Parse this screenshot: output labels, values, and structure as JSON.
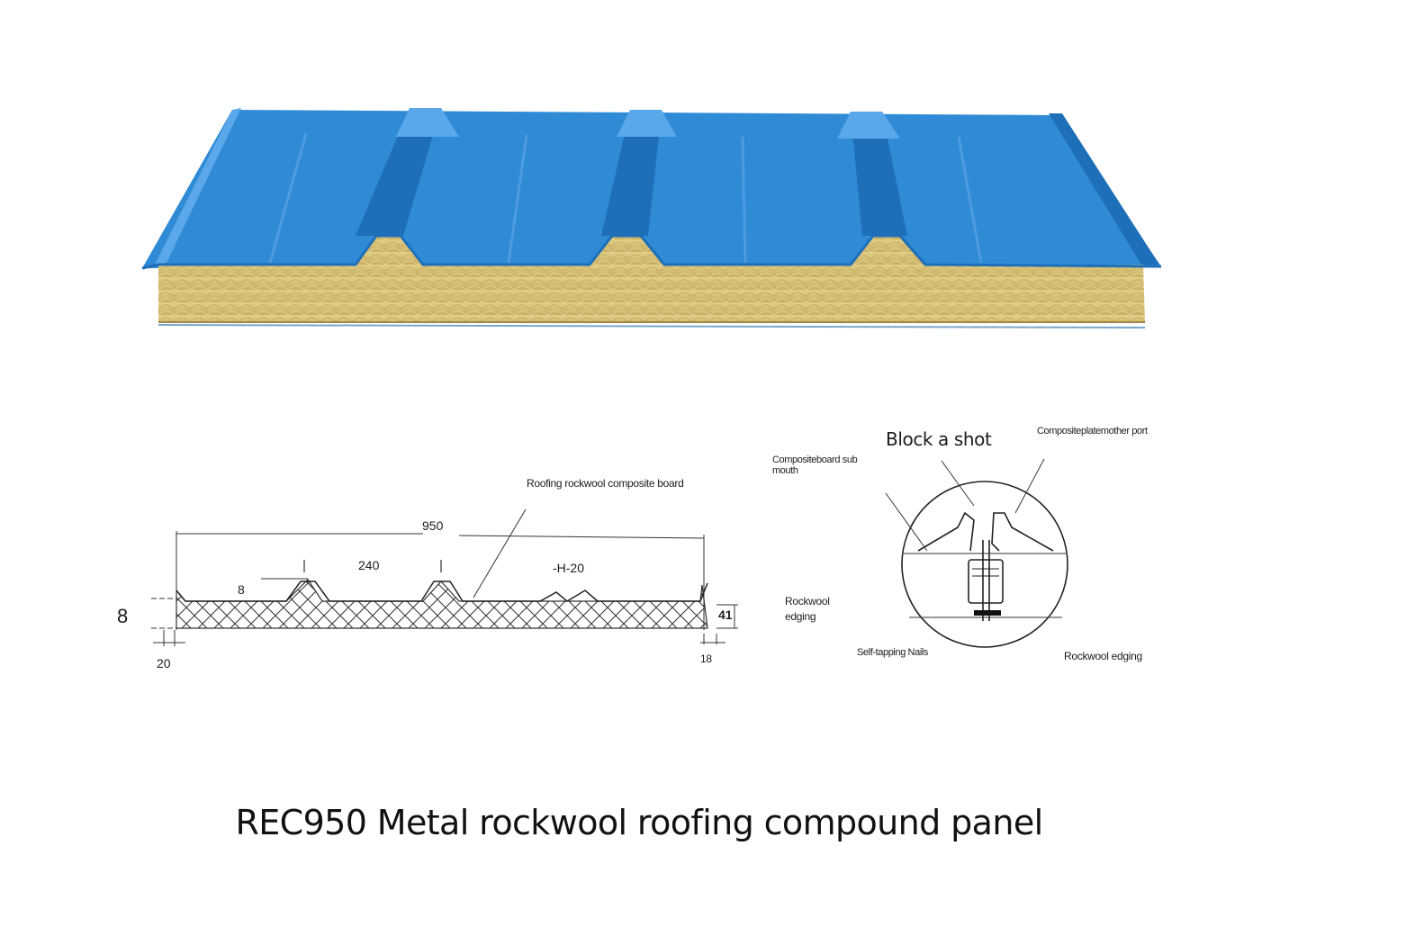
{
  "photo": {
    "colors": {
      "steel": "#2f8bd6",
      "steel_dark": "#1f6fb8",
      "steel_light": "#5aa7ea",
      "wool": "#d8c27a",
      "wool_dark": "#b89e55"
    }
  },
  "profile_drawing": {
    "leader_label": "Roofing rockwool composite board",
    "dims": {
      "width_total": "950",
      "rib_pitch": "240",
      "rib_height": "-H-20",
      "small_8": "8",
      "left_8": "8",
      "left_20": "20",
      "right_41": "41",
      "right_18": "18"
    }
  },
  "joint_detail": {
    "callout_title": "Block a shot",
    "sub_mouth": "Compositeboard sub mouth",
    "mother_port": "Compositeplatemother port",
    "edging_left": "Rockwool edging",
    "edging_right": "Rockwool edging",
    "nails": "Self-tapping Nails"
  },
  "caption": "REC950 Metal rockwool roofing compound panel"
}
